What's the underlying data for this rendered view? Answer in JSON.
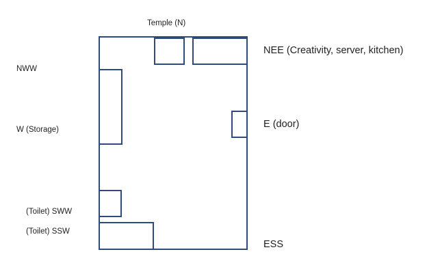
{
  "diagram": {
    "labels": {
      "temple": "Temple (N)",
      "nee": "NEE (Creativity, server, kitchen)",
      "nww": "NWW",
      "w_storage": "W (Storage)",
      "e_door": "E (door)",
      "toilet_sww": "(Toilet) SWW",
      "toilet_ssw": "(Toilet) SSW",
      "ess": "ESS"
    },
    "colors": {
      "outline": "#2f4a7a",
      "text": "#1f1f1f",
      "background": "#ffffff"
    }
  }
}
